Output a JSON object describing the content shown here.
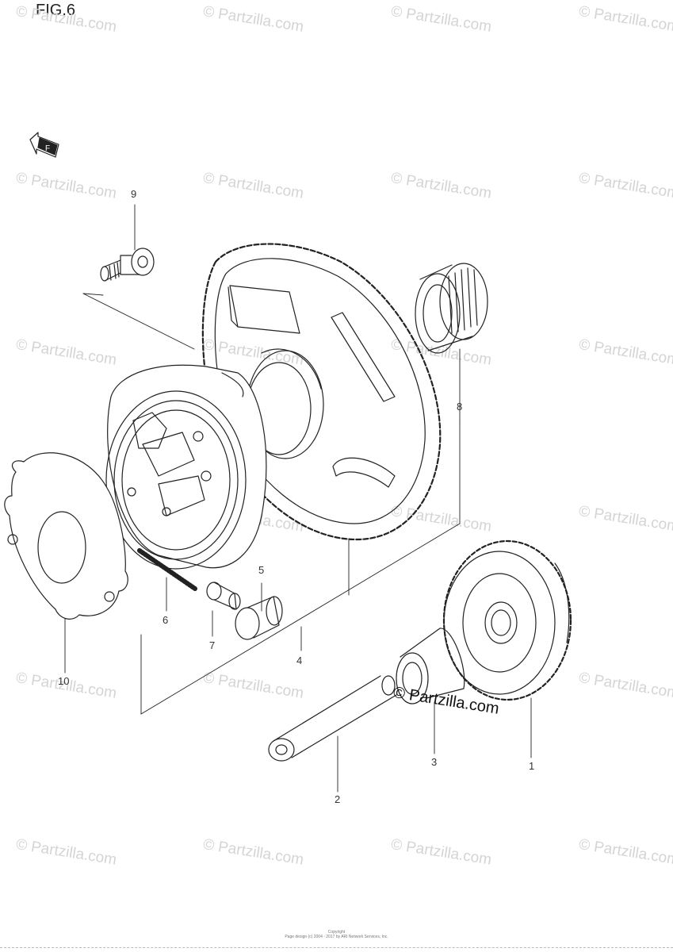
{
  "figure": {
    "title": "FIG.6"
  },
  "watermark": {
    "text": "© Partzilla.com"
  },
  "brand_watermark": "© Partzilla.com",
  "direction_marker": {
    "icon": "front-arrow-icon",
    "label": "F"
  },
  "part_numbers": [
    "1",
    "2",
    "3",
    "4",
    "5",
    "6",
    "7",
    "8",
    "9",
    "10"
  ],
  "copyright": {
    "line1": "Copyright",
    "line2": "Page design (c) 2004 - 2017 by ARI Network Services, Inc."
  }
}
